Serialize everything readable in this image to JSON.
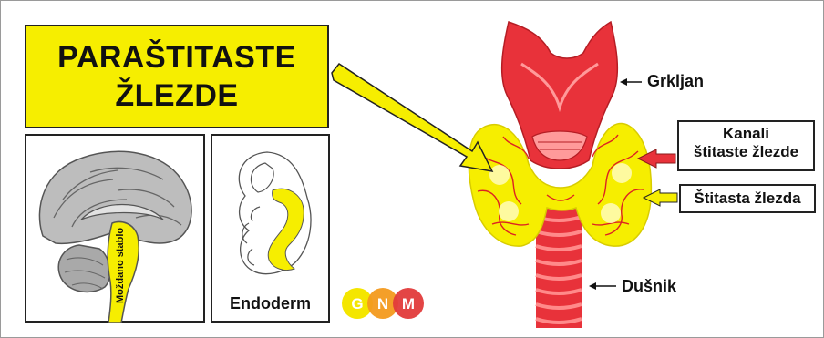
{
  "title": {
    "line1": "PARAŠTITASTE",
    "line2": "ŽLEZDE"
  },
  "labels": {
    "larynx": "Grkljan",
    "ducts": {
      "line1": "Kanali",
      "line2": "štitaste žlezde"
    },
    "thyroid": "Štitasta žlezda",
    "trachea": "Dušnik",
    "brainstem": "Moždano stablo",
    "endoderm": "Endoderm"
  },
  "logo": {
    "letters": [
      "G",
      "N",
      "M"
    ],
    "colors": [
      "#f4e600",
      "#f39a1e",
      "#e23b3b"
    ]
  },
  "colors": {
    "yellow": "#f6ee00",
    "red": "#e8323a",
    "pink": "#f06a6a",
    "gray": "#9c9c9c"
  }
}
